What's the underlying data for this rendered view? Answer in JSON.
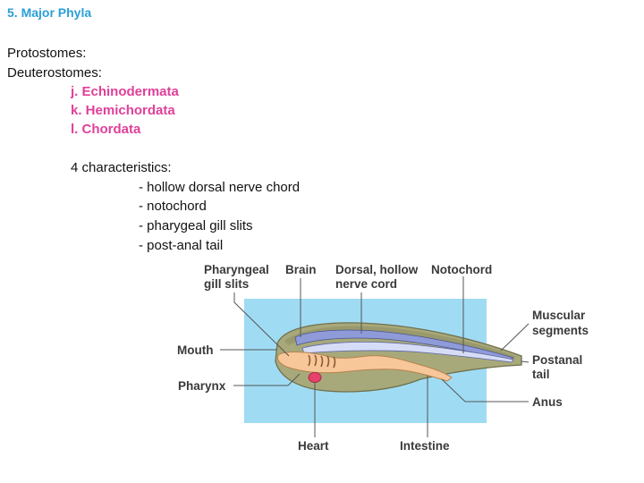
{
  "slide": {
    "title": "5. Major Phyla",
    "protostomes": "Protostomes:",
    "deuterostomes": "Deuterostomes:",
    "phyla": [
      "j. Echinodermata",
      "k. Hemichordata",
      "l. Chordata"
    ],
    "characteristics_heading": "4 characteristics:",
    "characteristics": [
      "- hollow dorsal nerve chord",
      "- notochord",
      "- pharygeal gill slits",
      "- post-anal tail"
    ]
  },
  "figure": {
    "labels": {
      "pharyngeal_1": "Pharyngeal",
      "pharyngeal_2": "gill slits",
      "brain": "Brain",
      "dorsal_1": "Dorsal, hollow",
      "dorsal_2": "nerve cord",
      "notochord": "Notochord",
      "muscular_1": "Muscular",
      "muscular_2": "segments",
      "postanal_1": "Postanal",
      "postanal_2": "tail",
      "mouth": "Mouth",
      "pharynx": "Pharynx",
      "anus": "Anus",
      "heart": "Heart",
      "intestine": "Intestine"
    },
    "colors": {
      "background_panel": "#9fdcf4",
      "body": "#a8a97a",
      "nerve_cord": "#8f9bd8",
      "notochord": "#d7dcf6",
      "gut": "#f7c79a",
      "heart": "#e8416a"
    }
  }
}
